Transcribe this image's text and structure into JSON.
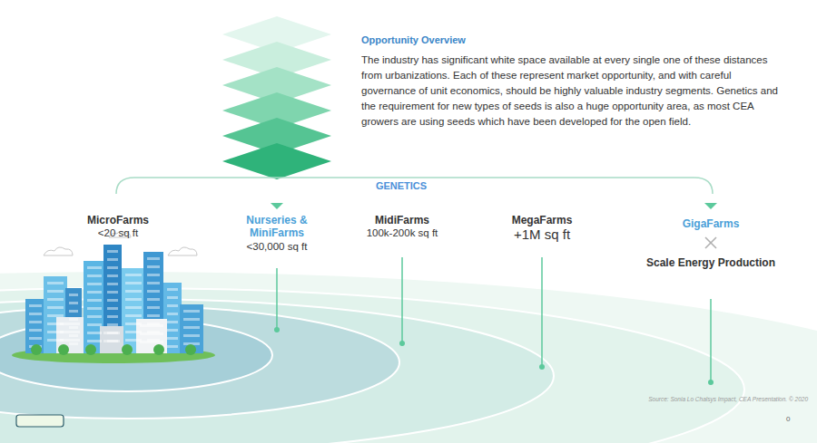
{
  "diagram": {
    "title": "Opportunity Overview",
    "labels": [
      "The industry has significant white space available at every single one of these distances from urbanizations. Each of these represent market opportunity, and with careful governance of unit economics, should be highly valuable industry segments. Genetics and the requirement for new types of seeds is also a huge opportunity area, as most CEA growers are using seeds which have been developed for the open field.",
      "GENETICS",
      "MicroFarms",
      "<20 sq ft",
      "Nurseries & MiniFarms",
      "<30,000 sq ft",
      "MidiFarms",
      "100k-200k sq ft",
      "MegaFarms",
      "+1M sq ft",
      "GigaFarms",
      "Scale Energy Production",
      "Source: Sonia Lo Chalsys Impact, CEA Presentation. © 2020",
      "0"
    ]
  }
}
